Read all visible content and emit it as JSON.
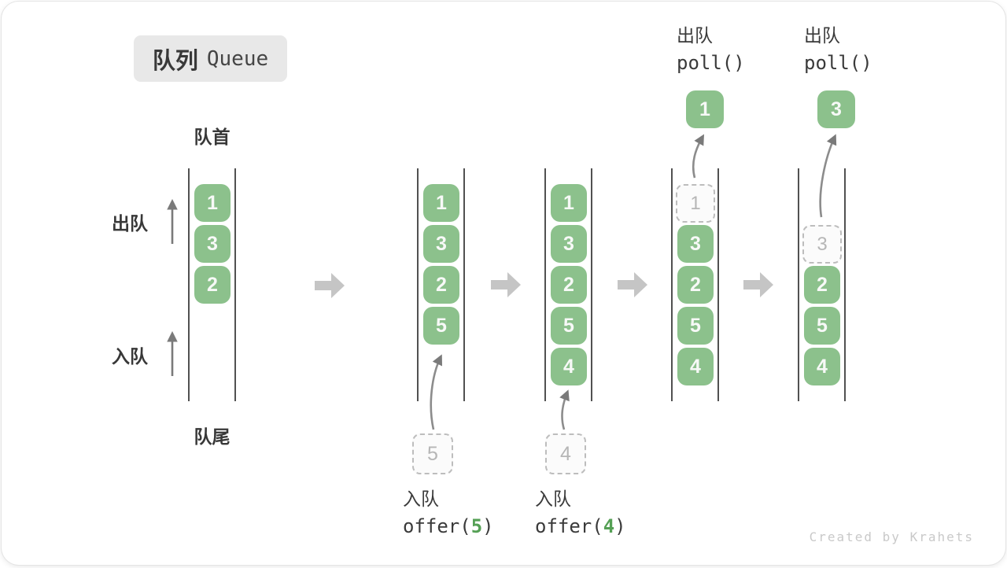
{
  "title": {
    "zh": "队列",
    "en": "Queue"
  },
  "side_labels": {
    "front": "队首",
    "rear": "队尾",
    "dequeue": "出队",
    "enqueue": "入队"
  },
  "queues": [
    {
      "name": "state-initial",
      "slots": [
        {
          "index": 0,
          "value": "1",
          "style": "filled"
        },
        {
          "index": 1,
          "value": "3",
          "style": "filled"
        },
        {
          "index": 2,
          "value": "2",
          "style": "filled"
        }
      ]
    },
    {
      "name": "state-after-offer-5",
      "slots": [
        {
          "index": 0,
          "value": "1",
          "style": "filled"
        },
        {
          "index": 1,
          "value": "3",
          "style": "filled"
        },
        {
          "index": 2,
          "value": "2",
          "style": "filled"
        },
        {
          "index": 3,
          "value": "5",
          "style": "filled"
        }
      ]
    },
    {
      "name": "state-after-offer-4",
      "slots": [
        {
          "index": 0,
          "value": "1",
          "style": "filled"
        },
        {
          "index": 1,
          "value": "3",
          "style": "filled"
        },
        {
          "index": 2,
          "value": "2",
          "style": "filled"
        },
        {
          "index": 3,
          "value": "5",
          "style": "filled"
        },
        {
          "index": 4,
          "value": "4",
          "style": "filled"
        }
      ]
    },
    {
      "name": "state-after-poll-1",
      "slots": [
        {
          "index": 0,
          "value": "1",
          "style": "dashed"
        },
        {
          "index": 1,
          "value": "3",
          "style": "filled"
        },
        {
          "index": 2,
          "value": "2",
          "style": "filled"
        },
        {
          "index": 3,
          "value": "5",
          "style": "filled"
        },
        {
          "index": 4,
          "value": "4",
          "style": "filled"
        }
      ]
    },
    {
      "name": "state-after-poll-3",
      "slots": [
        {
          "index": 1,
          "value": "3",
          "style": "dashed"
        },
        {
          "index": 2,
          "value": "2",
          "style": "filled"
        },
        {
          "index": 3,
          "value": "5",
          "style": "filled"
        },
        {
          "index": 4,
          "value": "4",
          "style": "filled"
        }
      ]
    }
  ],
  "operations": [
    {
      "label": "入队",
      "code_pre": "offer(",
      "code_arg": "5",
      "code_post": ")"
    },
    {
      "label": "入队",
      "code_pre": "offer(",
      "code_arg": "4",
      "code_post": ")"
    },
    {
      "label": "出队",
      "code_pre": "poll()",
      "code_arg": "",
      "code_post": ""
    },
    {
      "label": "出队",
      "code_pre": "poll()",
      "code_arg": "",
      "code_post": ""
    }
  ],
  "pending_items": [
    {
      "value": "5"
    },
    {
      "value": "4"
    }
  ],
  "poll_results": [
    {
      "value": "1"
    },
    {
      "value": "3"
    }
  ],
  "watermark": "Created by Krahets",
  "colors": {
    "item_green": "#8cc18c",
    "code_green": "#55a055",
    "dash_gray": "#bdbdbd",
    "block_arrow_gray": "#c5c5c5",
    "line_dark": "#515151",
    "text_dark": "#3c3c3c",
    "title_bg": "#e8e8e8",
    "watermark_gray": "#c9c9c9"
  }
}
